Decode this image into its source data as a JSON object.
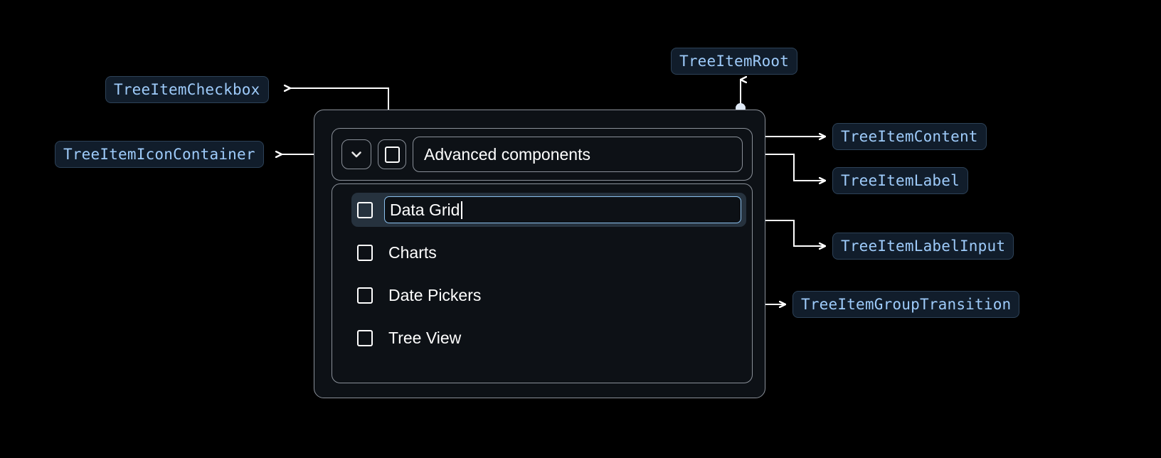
{
  "canvas": {
    "background": "#000000",
    "accent_chip_text": "#9ecbfa",
    "accent_chip_bg": "#111d2b",
    "accent_chip_border": "#2d4258",
    "box_border": "#8a9099",
    "box_fill": "#0d1116",
    "selected_row_bg": "#26323e",
    "input_focus_border": "#8cc2f0",
    "connector_color": "#ffffff"
  },
  "annotations": [
    {
      "id": "tree-item-checkbox",
      "label": "TreeItemCheckbox"
    },
    {
      "id": "tree-item-icon-container",
      "label": "TreeItemIconContainer"
    },
    {
      "id": "tree-item-root",
      "label": "TreeItemRoot"
    },
    {
      "id": "tree-item-content",
      "label": "TreeItemContent"
    },
    {
      "id": "tree-item-label",
      "label": "TreeItemLabel"
    },
    {
      "id": "tree-item-label-input",
      "label": "TreeItemLabelInput"
    },
    {
      "id": "tree-item-group-transition",
      "label": "TreeItemGroupTransition"
    }
  ],
  "tree": {
    "root": {
      "icon": "chevron-down-icon",
      "checkbox_checked": false,
      "label": "Advanced components"
    },
    "children": [
      {
        "label_value": "Data Grid",
        "editing": true,
        "selected": true,
        "checkbox_checked": false
      },
      {
        "label_value": "Charts",
        "editing": false,
        "selected": false,
        "checkbox_checked": false
      },
      {
        "label_value": "Date Pickers",
        "editing": false,
        "selected": false,
        "checkbox_checked": false
      },
      {
        "label_value": "Tree View",
        "editing": false,
        "selected": false,
        "checkbox_checked": false
      }
    ]
  }
}
